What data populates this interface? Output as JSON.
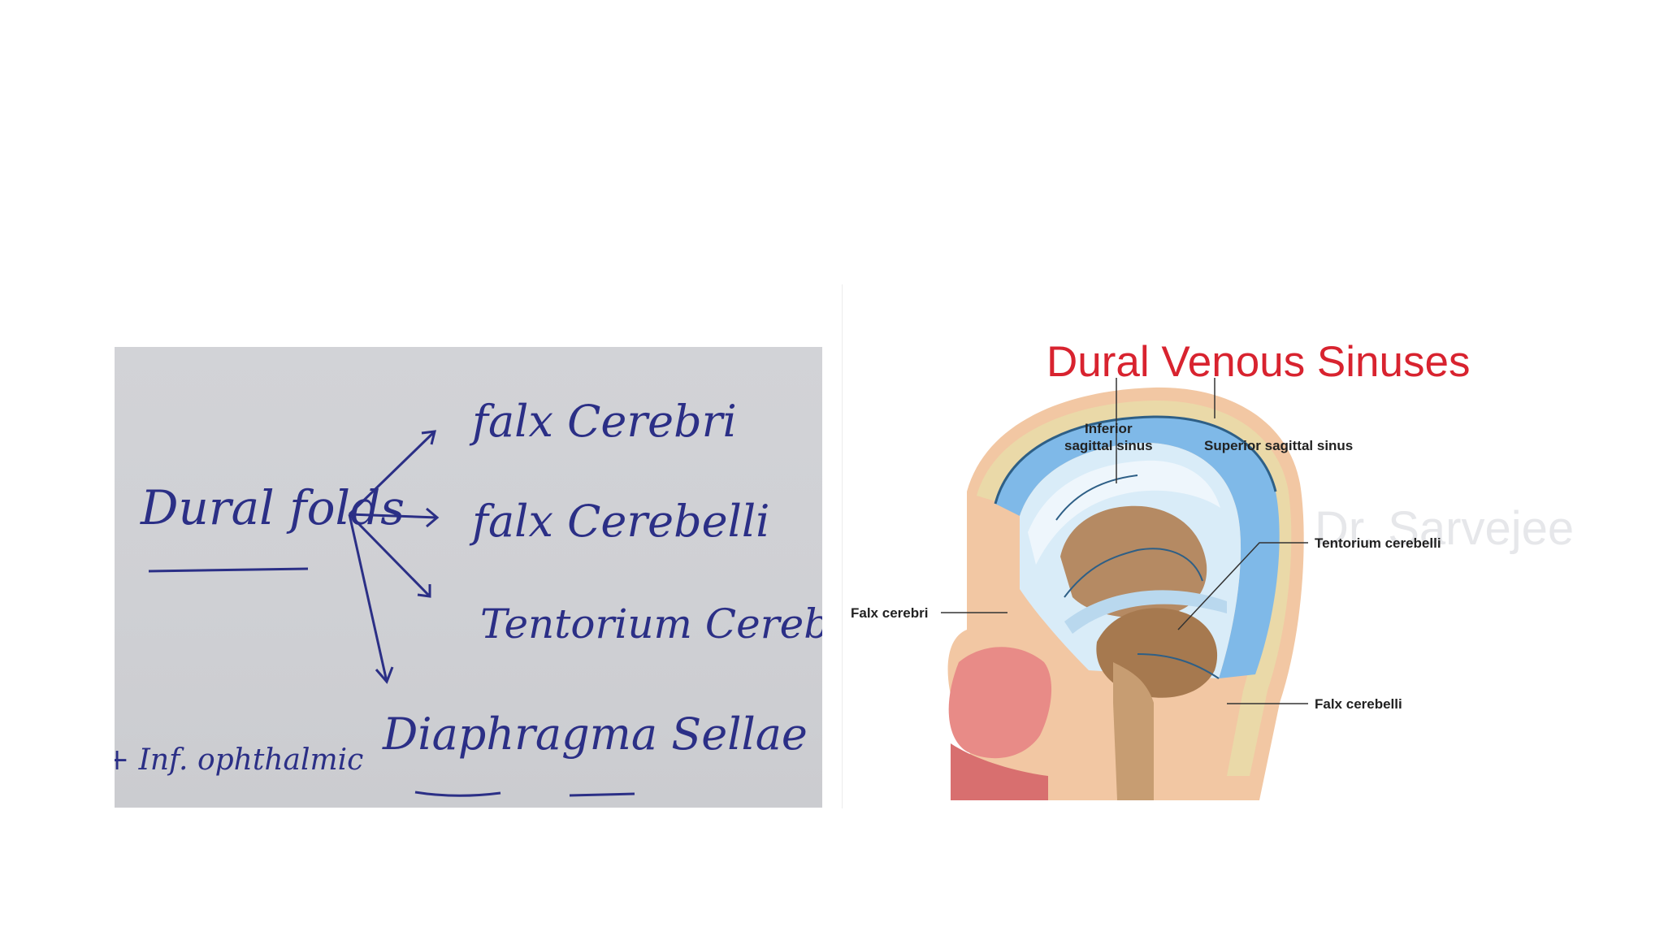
{
  "whiteboard": {
    "root": "Dural folds",
    "branches": [
      "falx Cerebri",
      "falx Cerebelli",
      "Tentorium Cerebelli",
      "Diaphragma Sellae"
    ],
    "fragment": "+ Inf. ophthalmic"
  },
  "diagram": {
    "title": "Dural Venous Sinuses",
    "labels": {
      "inferior_line1": "Inferior",
      "inferior_line2": "sagittal sinus",
      "superior": "Superior sagittal sinus",
      "tentorium": "Tentorium cerebelli",
      "falx_cerebri": "Falx cerebri",
      "falx_cerebelli": "Falx cerebelli"
    },
    "watermark": "Dr. Sarvejee"
  }
}
